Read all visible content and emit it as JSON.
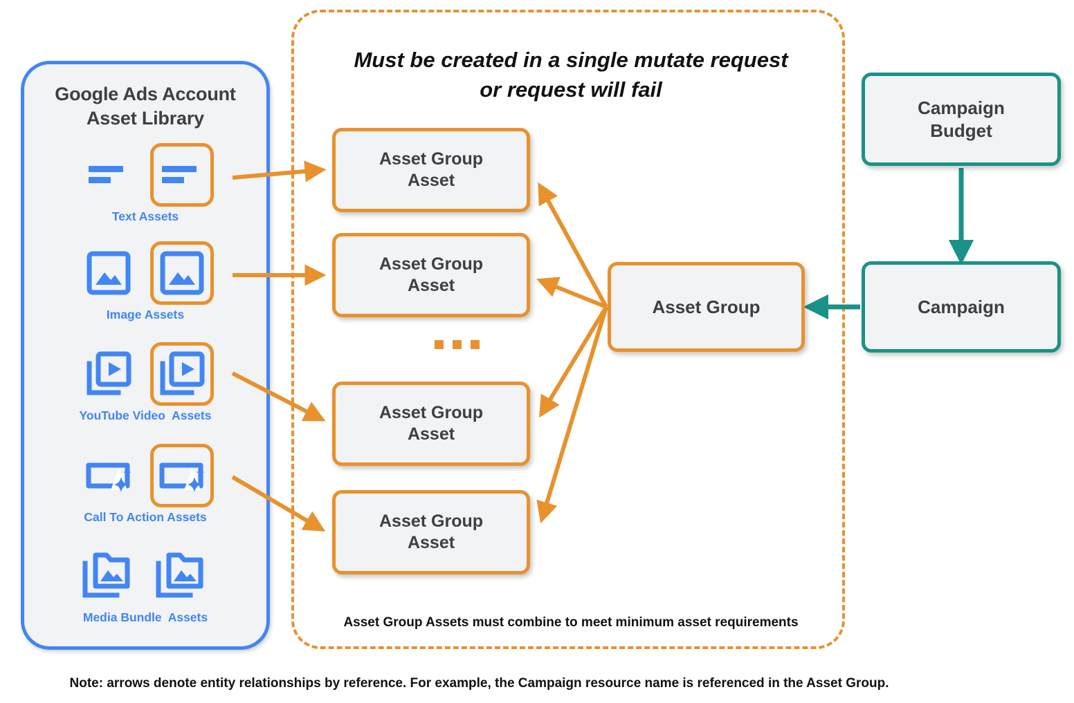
{
  "library": {
    "title": "Google Ads Account\nAsset Library",
    "title_line1": "Google Ads Account",
    "title_line2": "Asset Library",
    "border_color": "#4285f4",
    "icon_color": "#4285f4",
    "highlight_color": "#e8912d",
    "rows": [
      {
        "label": "Text Assets",
        "icon": "text-asset-icon",
        "highlighted": true
      },
      {
        "label": "Image Assets",
        "icon": "image-asset-icon",
        "highlighted": true
      },
      {
        "label": "YouTube Video  Assets",
        "icon": "youtube-video-asset-icon",
        "highlighted": true
      },
      {
        "label": "Call To Action Assets",
        "icon": "call-to-action-asset-icon",
        "highlighted": true
      },
      {
        "label": "Media Bundle  Assets",
        "icon": "media-bundle-asset-icon",
        "highlighted": false
      }
    ]
  },
  "mutate_container": {
    "title_line1": "Must be created in a single mutate request",
    "title_line2": "or request will fail",
    "footer": "Asset Group Assets must combine to meet minimum asset requirements",
    "border_color": "#e8912d",
    "border_style": "dashed"
  },
  "nodes": {
    "asset_group_assets": [
      {
        "label": "Asset Group\nAsset",
        "line1": "Asset Group",
        "line2": "Asset"
      },
      {
        "label": "Asset Group\nAsset",
        "line1": "Asset Group",
        "line2": "Asset"
      },
      {
        "label": "Asset Group\nAsset",
        "line1": "Asset Group",
        "line2": "Asset"
      },
      {
        "label": "Asset Group\nAsset",
        "line1": "Asset Group",
        "line2": "Asset"
      }
    ],
    "asset_group": {
      "label": "Asset Group",
      "color": "#e8912d"
    },
    "campaign_budget": {
      "line1": "Campaign",
      "line2": "Budget",
      "color": "#1a9287"
    },
    "campaign": {
      "label": "Campaign",
      "color": "#1a9287"
    }
  },
  "ellipsis": "...",
  "note": "Note: arrows denote entity relationships by reference. For example, the Campaign resource name is referenced in the Asset Group.",
  "colors": {
    "orange": "#e8912d",
    "teal": "#1a9287",
    "blue": "#4285f4",
    "node_fill": "#f1f3f4",
    "text_dark": "#3c4043"
  }
}
